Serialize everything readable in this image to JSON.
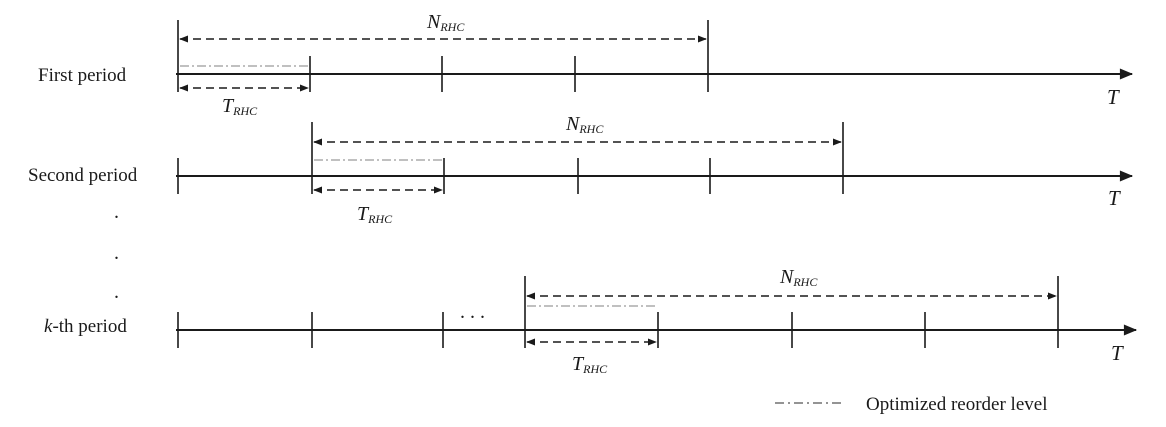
{
  "periods": [
    {
      "label": "First period"
    },
    {
      "label": "Second period"
    },
    {
      "label_k": "k",
      "label_rest": "-th period"
    }
  ],
  "horizon_symbol": {
    "main": "N",
    "sub": "RHC"
  },
  "interval_symbol": {
    "main": "T",
    "sub": "RHC"
  },
  "time_axis_label": "T",
  "vertical_ellipsis": [
    ".",
    ".",
    "."
  ],
  "horizontal_ellipsis": ". . .",
  "legend": {
    "label": "Optimized reorder level",
    "line_style": "dash-dot"
  },
  "colors": {
    "stroke": "#1a1a1a",
    "reorder_level": "#9a9a9a"
  }
}
